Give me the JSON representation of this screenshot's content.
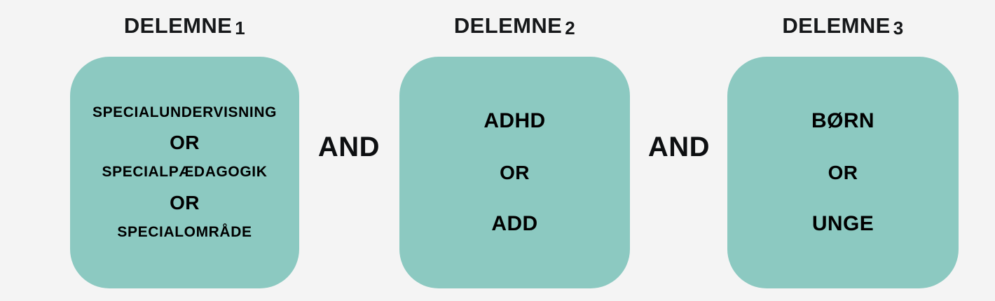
{
  "diagram": {
    "type": "boolean-search-block-diagram",
    "background_color": "#f4f4f4",
    "block_color": "#8cc9c1",
    "text_color": "#000000"
  },
  "groups": [
    {
      "header_label": "DELEMNE",
      "header_numeral": "1",
      "lines": [
        {
          "kind": "term",
          "text": "SPECIALUNDERVISNING"
        },
        {
          "kind": "operator",
          "text": "OR"
        },
        {
          "kind": "term",
          "text": "SPECIALPÆDAGOGIK"
        },
        {
          "kind": "operator",
          "text": "OR"
        },
        {
          "kind": "term",
          "text": "SPECIALOMRÅDE"
        }
      ]
    },
    {
      "header_label": "DELEMNE",
      "header_numeral": "2",
      "lines": [
        {
          "kind": "term",
          "text": "ADHD"
        },
        {
          "kind": "operator",
          "text": "OR"
        },
        {
          "kind": "term",
          "text": "ADD"
        }
      ]
    },
    {
      "header_label": "DELEMNE",
      "header_numeral": "3",
      "lines": [
        {
          "kind": "term",
          "text": "BØRN"
        },
        {
          "kind": "operator",
          "text": "OR"
        },
        {
          "kind": "term",
          "text": "UNGE"
        }
      ]
    }
  ],
  "connectors": [
    {
      "text": "AND"
    },
    {
      "text": "AND"
    }
  ]
}
